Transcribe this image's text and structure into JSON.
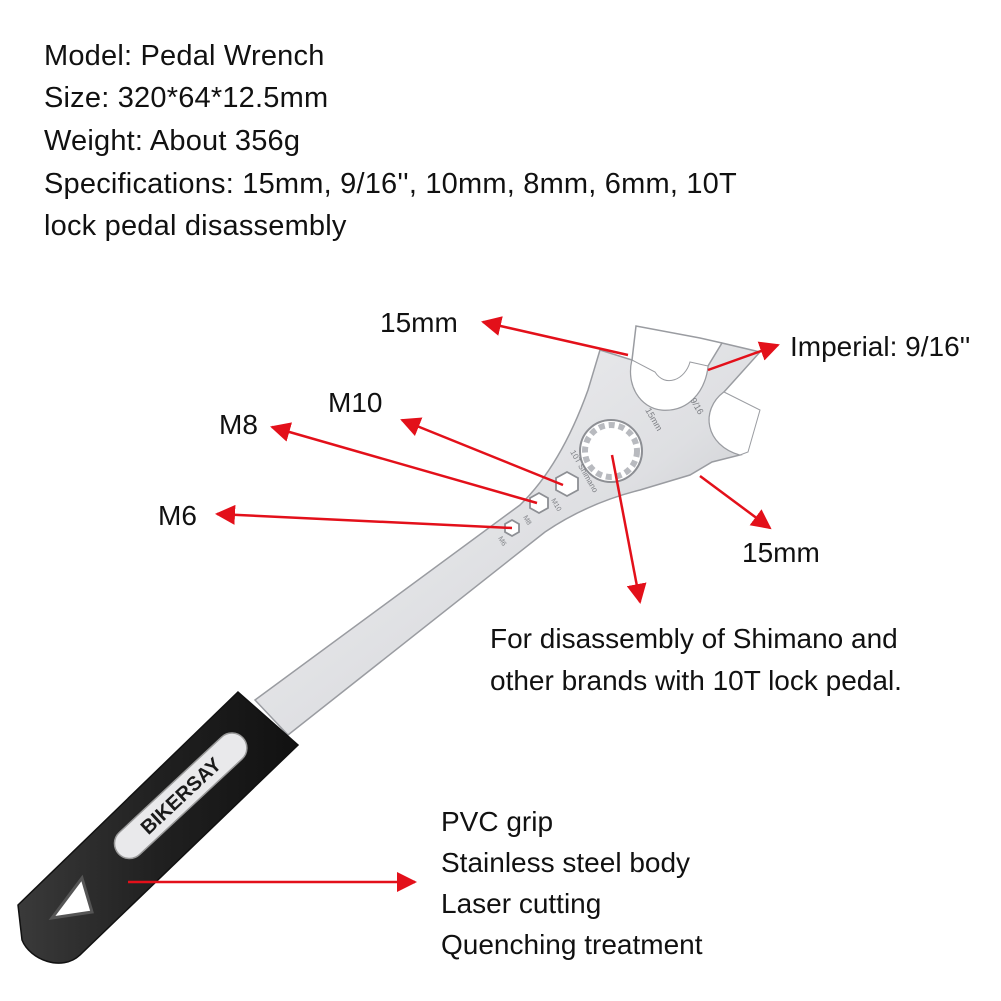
{
  "specs": {
    "model": "Model: Pedal Wrench",
    "size": "Size: 320*64*12.5mm",
    "weight": "Weight: About 356g",
    "specifications": "Specifications: 15mm, 9/16'', 10mm, 8mm, 6mm, 10T",
    "usage": "lock pedal disassembly"
  },
  "callouts": {
    "top_15mm": "15mm",
    "imperial": "Imperial: 9/16''",
    "m10": "M10",
    "m8": "M8",
    "m6": "M6",
    "bottom_15mm": "15mm",
    "lock_pedal_line1": "For disassembly of Shimano and",
    "lock_pedal_line2": "other brands with 10T lock pedal."
  },
  "features": [
    "PVC grip",
    "Stainless steel body",
    "Laser cutting",
    "Quenching treatment"
  ],
  "engravings": {
    "brand": "BIKERSAY",
    "size_9_16": "9/16",
    "size_15mm": "15mm",
    "lock_10t": "10T Shimano",
    "m10": "M10",
    "m8": "M8",
    "m6": "M6"
  },
  "colors": {
    "arrow": "#e3101a",
    "steel_light": "#e6e6e8",
    "steel_dark": "#a9abb0",
    "grip": "#262626",
    "text": "#111111"
  }
}
